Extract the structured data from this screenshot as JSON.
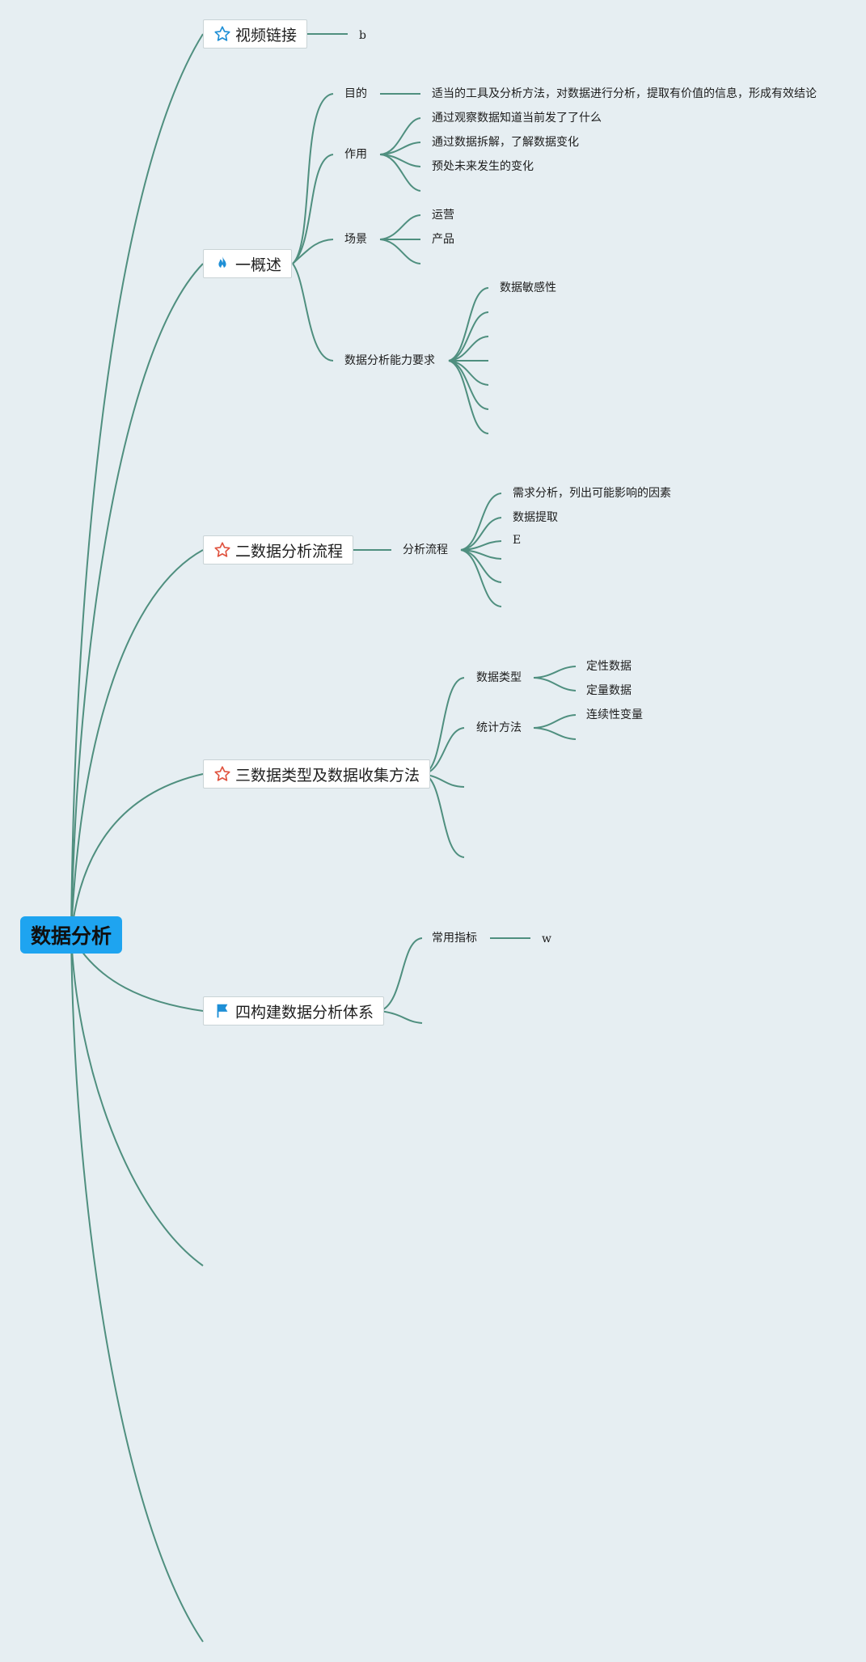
{
  "root": {
    "label": "数据分析"
  },
  "branches": [
    {
      "label": "视频链接",
      "icon": "star-outline-icon",
      "children": [
        "b"
      ]
    },
    {
      "label": "一概述",
      "icon": "flame-icon",
      "children": [
        {
          "label": "目的",
          "children": [
            "适当的工具及分析方法，对数据进行分析，提取有价值的信息，形成有效结论"
          ]
        },
        {
          "label": "作用",
          "children": [
            "通过观察数据知道当前发了了什么",
            "通过数据拆解，了解数据变化",
            "预处未来发生的变化"
          ]
        },
        {
          "label": "场景",
          "children": [
            "运营",
            "产品"
          ]
        },
        {
          "label": "数据分析能力要求",
          "children": [
            "数据敏感性"
          ]
        }
      ]
    },
    {
      "label": "二数据分析流程",
      "icon": "star-red-icon",
      "children": [
        {
          "label": "分析流程",
          "children": [
            "需求分析，列出可能影响的因素",
            "数据提取",
            "E"
          ]
        }
      ]
    },
    {
      "label": "三数据类型及数据收集方法",
      "icon": "star-red-icon",
      "children": [
        {
          "label": "数据类型",
          "children": [
            "定性数据",
            "定量数据"
          ]
        },
        {
          "label": "统计方法",
          "children": [
            "连续性变量"
          ]
        }
      ]
    },
    {
      "label": "四构建数据分析体系",
      "icon": "flag-icon",
      "children": [
        {
          "label": "常用指标",
          "children": [
            "w"
          ]
        }
      ]
    }
  ],
  "colors": {
    "background": "#e6eef2",
    "connector": "#4f8f7f",
    "root_fill": "#1ea4f0",
    "star_red": "#e0533f",
    "icon_blue": "#1e8fd6"
  }
}
